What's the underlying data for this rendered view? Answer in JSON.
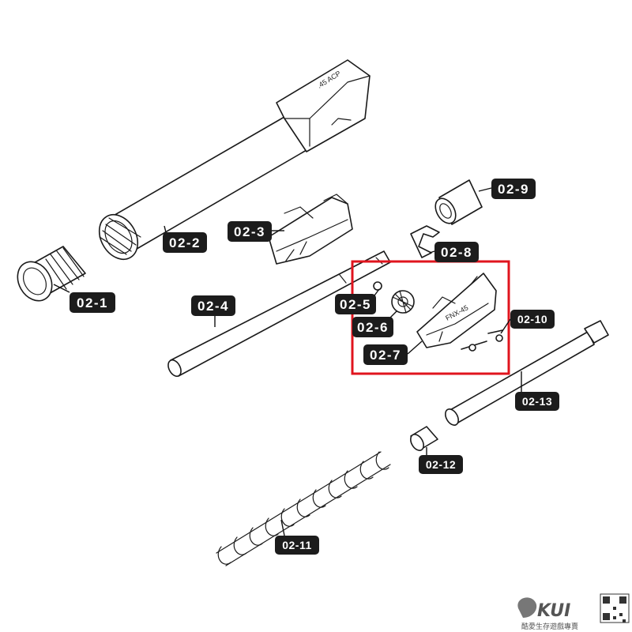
{
  "diagram": {
    "labels": [
      {
        "id": "02-1",
        "text": "02-1"
      },
      {
        "id": "02-2",
        "text": "02-2"
      },
      {
        "id": "02-3",
        "text": "02-3"
      },
      {
        "id": "02-4",
        "text": "02-4"
      },
      {
        "id": "02-5",
        "text": "02-5"
      },
      {
        "id": "02-6",
        "text": "02-6"
      },
      {
        "id": "02-7",
        "text": "02-7"
      },
      {
        "id": "02-8",
        "text": "02-8"
      },
      {
        "id": "02-9",
        "text": "02-9"
      },
      {
        "id": "02-10",
        "text": "02-10"
      },
      {
        "id": "02-11",
        "text": "02-11"
      },
      {
        "id": "02-12",
        "text": "02-12"
      },
      {
        "id": "02-13",
        "text": "02-13"
      }
    ],
    "barrel_marking": ".45 ACP",
    "hopup_marking": "FNX-45",
    "highlight_color": "#e0141e"
  },
  "brand": {
    "logo_text": "KUI",
    "tagline": "酷愛生存遊戲專賣"
  }
}
